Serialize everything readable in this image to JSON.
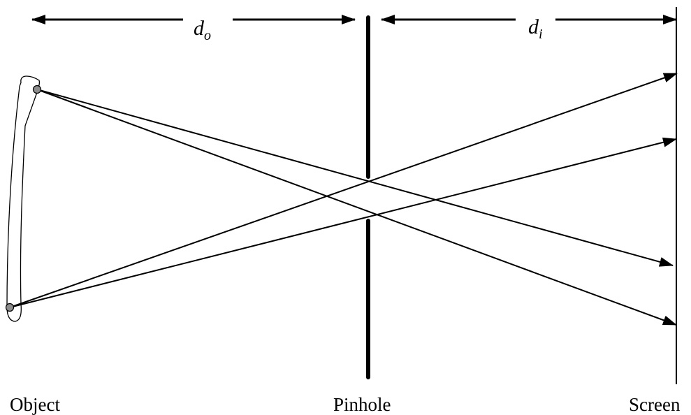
{
  "labels": {
    "object": "Object",
    "pinhole": "Pinhole",
    "screen": "Screen"
  },
  "distances": {
    "object_to_pinhole": {
      "symbol": "d",
      "subscript": "o"
    },
    "pinhole_to_screen": {
      "symbol": "d",
      "subscript": "i"
    }
  },
  "colors": {
    "line": "#000000",
    "point_fill": "#8c8c8c",
    "background": "#ffffff"
  }
}
